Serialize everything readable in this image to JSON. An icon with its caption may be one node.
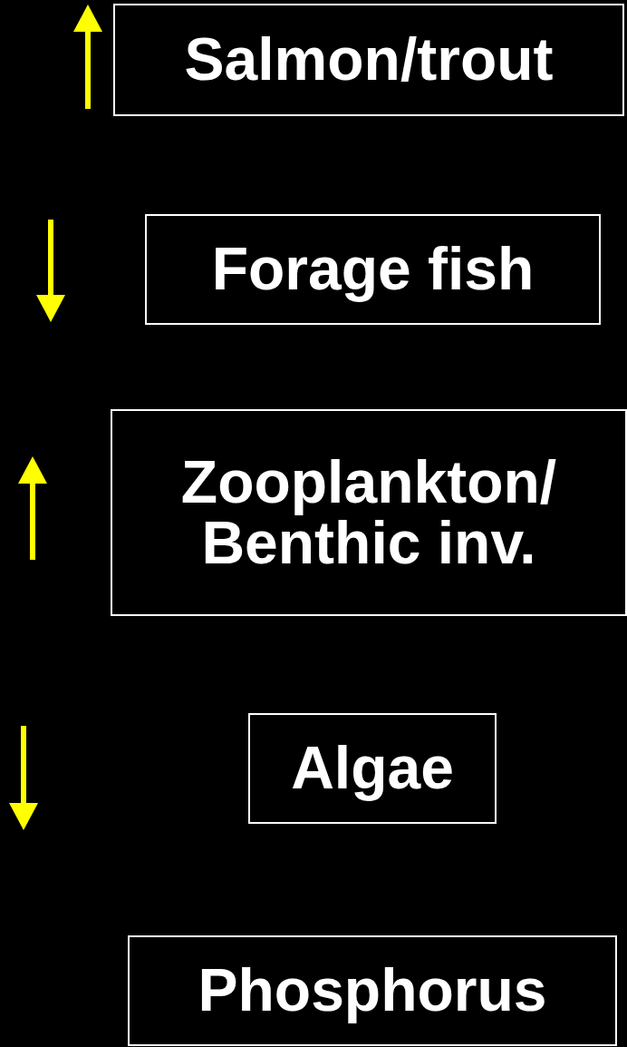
{
  "diagram": {
    "nodes": [
      {
        "text": [
          "Salmon/trout"
        ]
      },
      {
        "text": [
          "Forage fish"
        ]
      },
      {
        "text": [
          "Zooplankton/ Benthic inv."
        ]
      },
      {
        "text": [
          "Algae"
        ]
      },
      {
        "text": [
          "Phosphorus"
        ]
      }
    ]
  }
}
